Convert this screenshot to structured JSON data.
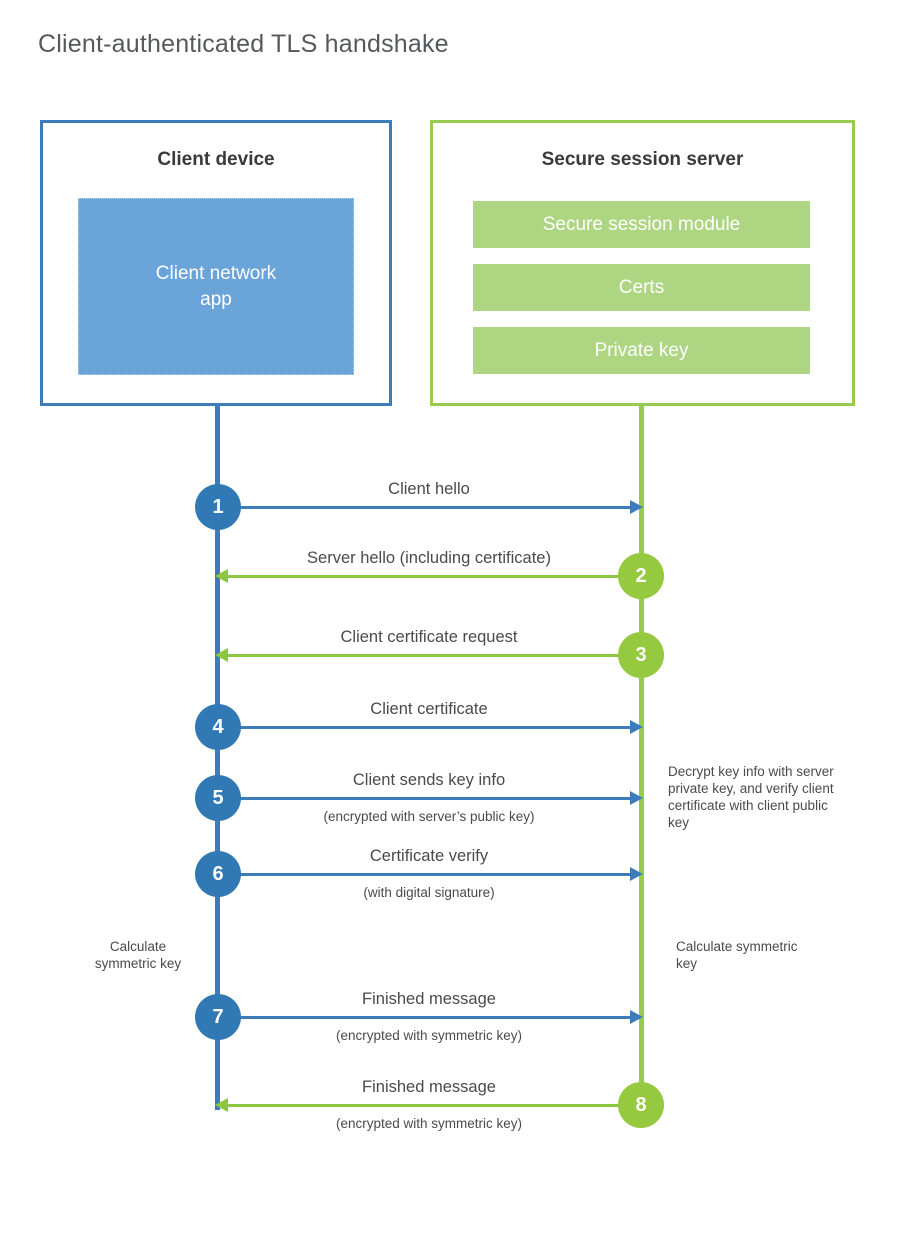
{
  "title": "Client-authenticated TLS handshake",
  "colors": {
    "client_blue": "#3d7cba",
    "client_app_fill": "#6ba4d8",
    "server_green": "#97cb4f",
    "server_bar_fill": "#aed581",
    "arrow_green": "#8dc63f",
    "circle_blue": "#3079b5",
    "circle_green": "#95c93f",
    "text": "#4a4a4a",
    "title_text": "#56585b",
    "background": "#ffffff"
  },
  "client": {
    "title": "Client device",
    "app_label": "Client network\napp"
  },
  "server": {
    "title": "Secure session server",
    "modules": [
      "Secure session module",
      "Certs",
      "Private key"
    ]
  },
  "steps": [
    {
      "number": "1",
      "direction": "client-to-server",
      "label": "Client hello",
      "sublabel": "",
      "color": "blue"
    },
    {
      "number": "2",
      "direction": "server-to-client",
      "label": "Server hello (including certificate)",
      "sublabel": "",
      "color": "green"
    },
    {
      "number": "3",
      "direction": "server-to-client",
      "label": "Client certificate request",
      "sublabel": "",
      "color": "green"
    },
    {
      "number": "4",
      "direction": "client-to-server",
      "label": "Client certificate",
      "sublabel": "",
      "color": "blue"
    },
    {
      "number": "5",
      "direction": "client-to-server",
      "label": "Client sends key info",
      "sublabel": "(encrypted with server’s public key)",
      "color": "blue"
    },
    {
      "number": "6",
      "direction": "client-to-server",
      "label": "Certificate verify",
      "sublabel": "(with digital signature)",
      "color": "blue"
    },
    {
      "number": "7",
      "direction": "client-to-server",
      "label": "Finished message",
      "sublabel": "(encrypted with symmetric key)",
      "color": "blue"
    },
    {
      "number": "8",
      "direction": "server-to-client",
      "label": "Finished message",
      "sublabel": "(encrypted with symmetric key)",
      "color": "green"
    }
  ],
  "notes": {
    "decrypt": "Decrypt key info with server private key, and verify client certificate with client public key",
    "calculate_client": "Calculate symmetric key",
    "calculate_server": "Calculate symmetric key"
  }
}
